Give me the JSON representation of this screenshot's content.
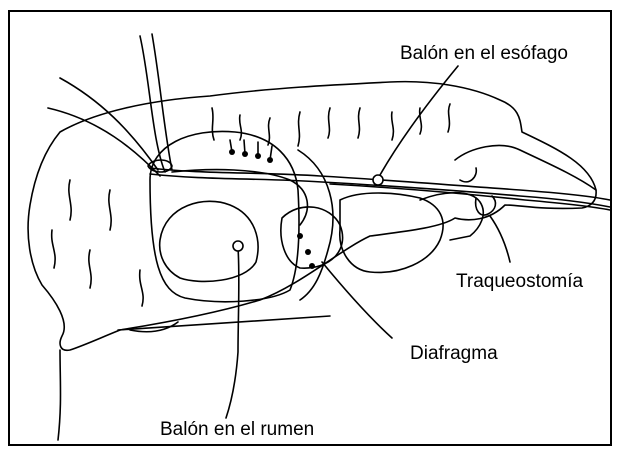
{
  "labels": {
    "esophagus_balloon": "Balón en el esófago",
    "tracheostomy": "Traqueostomía",
    "diaphragm": "Diafragma",
    "rumen_balloon": "Balón en el rumen"
  },
  "colors": {
    "ink": "#000000",
    "paper": "#ffffff"
  }
}
